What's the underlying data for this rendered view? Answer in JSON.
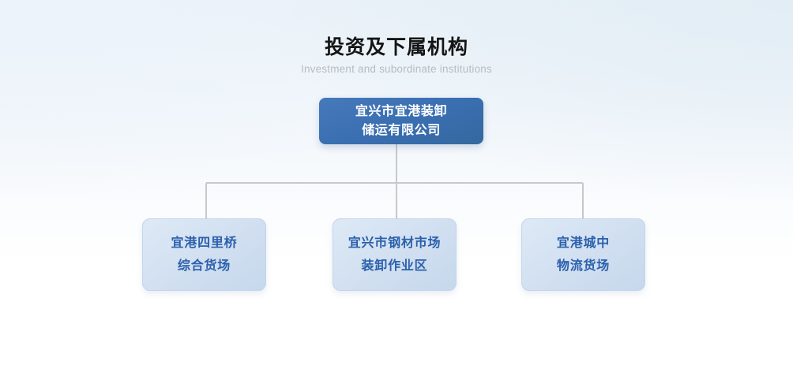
{
  "heading": {
    "title": "投资及下属机构",
    "subtitle": "Investment and subordinate institutions"
  },
  "colors": {
    "root_node_fill": "#3a6fb2",
    "root_node_text": "#ffffff",
    "child_node_fill": "#d2e0f1",
    "child_node_text": "#2b60ac",
    "child_node_border": "#c3d5ea",
    "connector_line": "#c8c8c8",
    "title_text": "#151515",
    "subtitle_text": "#b7bcc2",
    "background_top": "#eaf2f8",
    "background_bottom": "#ffffff"
  },
  "org_chart": {
    "root": {
      "lines": [
        "宜兴市宜港装卸",
        "储运有限公司"
      ],
      "full_name": "宜兴市宜港装卸储运有限公司"
    },
    "children": [
      {
        "lines": [
          "宜港四里桥",
          "综合货场"
        ],
        "full_name": "宜港四里桥综合货场"
      },
      {
        "lines": [
          "宜兴市钢材市场",
          "装卸作业区"
        ],
        "full_name": "宜兴市钢材市场装卸作业区"
      },
      {
        "lines": [
          "宜港城中",
          "物流货场"
        ],
        "full_name": "宜港城中物流货场"
      }
    ]
  }
}
